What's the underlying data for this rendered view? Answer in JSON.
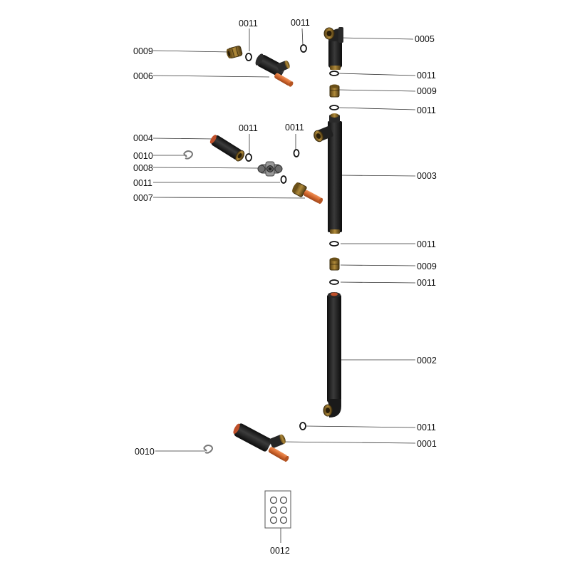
{
  "parts": {
    "p0001": "0001",
    "p0002": "0002",
    "p0003": "0003",
    "p0004": "0004",
    "p0005": "0005",
    "p0006": "0006",
    "p0007": "0007",
    "p0008": "0008",
    "p0009": "0009",
    "p0010": "0010",
    "p0011": "0011",
    "p0012": "0012"
  },
  "colors": {
    "pipe": "#1e1e1e",
    "brass": "#8a6a2a",
    "copper": "#d4682e",
    "seal": "#111111"
  }
}
